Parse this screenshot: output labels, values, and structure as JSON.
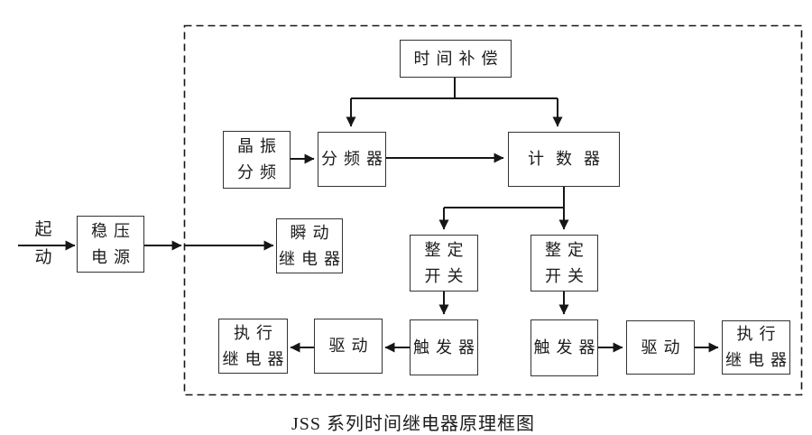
{
  "diagram": {
    "caption": "JSS 系列时间继电器原理框图",
    "input_label": {
      "line1": "起",
      "line2": "动"
    },
    "nodes": {
      "time_compensation": {
        "label": "时间补偿"
      },
      "crystal_divider": {
        "line1": "晶振",
        "line2": "分频"
      },
      "frequency_divider": {
        "label": "分频器"
      },
      "counter": {
        "label": "计数器"
      },
      "power_supply": {
        "line1": "稳压",
        "line2": "电源"
      },
      "instant_relay": {
        "line1": "瞬动",
        "line2": "继电器"
      },
      "setting_switch_left": {
        "line1": "整定",
        "line2": "开关"
      },
      "setting_switch_right": {
        "line1": "整定",
        "line2": "开关"
      },
      "trigger_left": {
        "label": "触发器"
      },
      "trigger_right": {
        "label": "触发器"
      },
      "drive_left": {
        "label": "驱动"
      },
      "drive_right": {
        "label": "驱动"
      },
      "exec_relay_left": {
        "line1": "执行",
        "line2": "继电器"
      },
      "exec_relay_right": {
        "line1": "执行",
        "line2": "继电器"
      }
    },
    "colors": {
      "line": "#161616",
      "box_border": "#333333",
      "background": "#ffffff"
    }
  }
}
